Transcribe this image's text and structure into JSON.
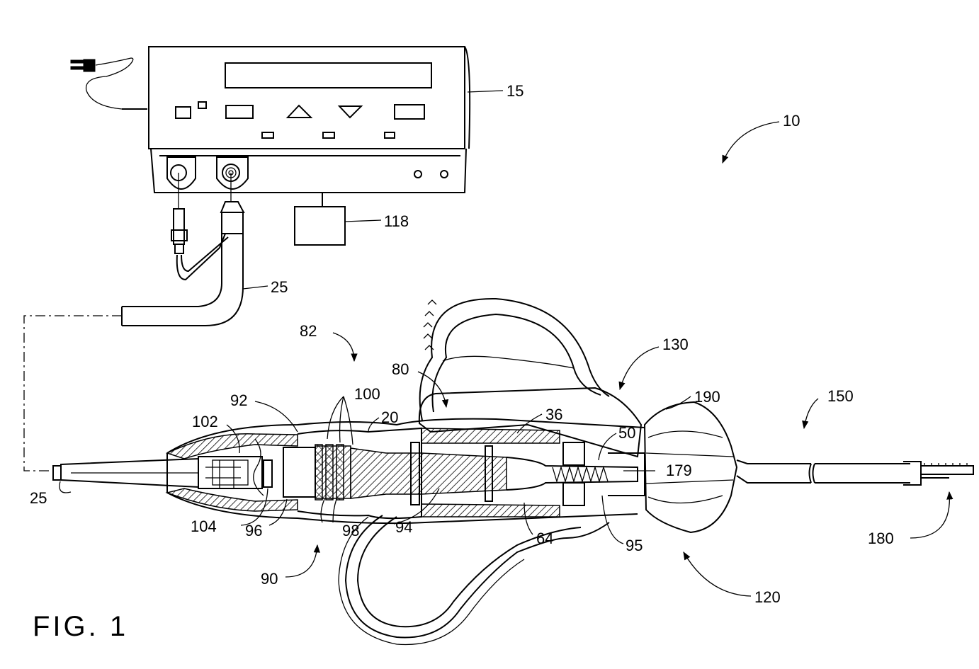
{
  "figure_label": "FIG. 1",
  "refs": {
    "r15": "15",
    "r10": "10",
    "r118": "118",
    "r25_top": "25",
    "r25_left": "25",
    "r82": "82",
    "r130": "130",
    "r80": "80",
    "r92": "92",
    "r100": "100",
    "r20": "20",
    "r36": "36",
    "r190": "190",
    "r150": "150",
    "r102": "102",
    "r50": "50",
    "r179": "179",
    "r104": "104",
    "r96": "96",
    "r98": "98",
    "r94": "94",
    "r64": "64",
    "r95": "95",
    "r180": "180",
    "r90": "90",
    "r120": "120"
  }
}
